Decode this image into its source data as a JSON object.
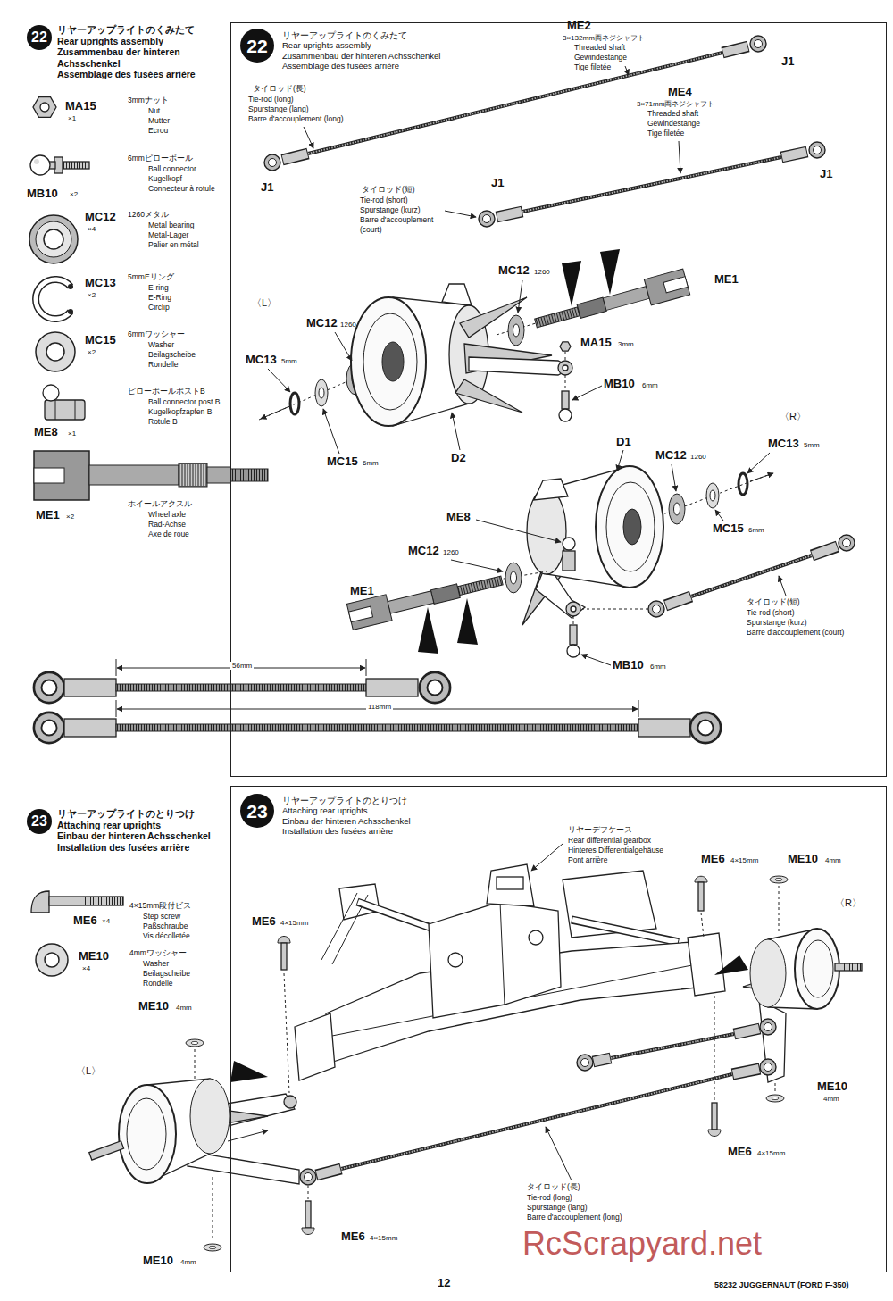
{
  "diagram": {
    "nodes": [
      {
        "text": [
          "リヤーアップライトのくみたて",
          "Rear uprights assembly",
          "Zusammenbau der hinteren Achsschenkel",
          "Assemblage des fusées arrière"
        ]
      },
      {
        "text": [
          "22"
        ],
        "in": 0
      },
      {
        "text": [
          "リヤーアップライトのくみたて",
          "Rear uprights assembly",
          "Zusammenbau der hinteren Achsschenkel",
          "Assemblage des fusées arrière"
        ]
      },
      {
        "text": [
          "22"
        ],
        "in": 2
      },
      {
        "text": [
          "リヤーアップライトのとりつけ",
          "Attaching rear uprights",
          "Einbau der hinteren Achsschenkel",
          "Installation des fusées arrière"
        ]
      },
      {
        "text": [
          "23"
        ],
        "in": 4
      },
      {
        "text": [
          "リヤーアップライトのとりつけ",
          "Attaching rear uprights",
          "Einbau der hinteren Achsschenkel",
          "Installation des fusées arrière"
        ]
      },
      {
        "text": [
          "23"
        ],
        "in": 6
      }
    ],
    "labels": [
      "MA15",
      "×1",
      "3mmナット",
      "Nut",
      "Mutter",
      "Ecrou",
      "MB10",
      "×2",
      "6mmピローボール",
      "Ball connector",
      "Kugelkopf",
      "Connecteur à rotule",
      "MC12",
      "×4",
      "1260メタル",
      "Metal bearing",
      "Metal-Lager",
      "Palier en métal",
      "MC13",
      "×2",
      "5mmEリング",
      "E-ring",
      "E-Ring",
      "Circlip",
      "MC15",
      "×2",
      "6mmワッシャー",
      "Washer",
      "Beilagscheibe",
      "Rondelle",
      "ME8",
      "×1",
      "ピローボールポストB",
      "Ball connector post B",
      "Kugelkopfzapfen B",
      "Rotule B",
      "ME1",
      "×2",
      "ホイールアクスル",
      "Wheel axle",
      "Rad-Achse",
      "Axe de roue",
      "56mm",
      "118mm",
      "ME2",
      "3×132mm両ネジシャフト",
      "Threaded shaft",
      "Gewindestange",
      "Tige filetée",
      "J1",
      "タイロッド(長)",
      "Tie-rod (long)",
      "Spurstange (lang)",
      "Barre d'accouplement (long)",
      "ME4",
      "3×71mm両ネジシャフト",
      "Threaded shaft",
      "Gewindestange",
      "Tige filetée",
      "J1",
      "J1",
      "J1",
      "タイロッド(短)",
      "Tie-rod (short)",
      "Spurstange (kurz)",
      "Barre d'accouplement",
      "(court)",
      "〈L〉",
      "MC12",
      "1260",
      "ME1",
      "MC12",
      "1260",
      "MA15",
      "3mm",
      "MC13",
      "5mm",
      "MB10",
      "6mm",
      "MC15",
      "6mm",
      "D2",
      "〈R〉",
      "MC13",
      "5mm",
      "D1",
      "MC12",
      "1260",
      "ME8",
      "MC12",
      "1260",
      "MC15",
      "6mm",
      "ME1",
      "タイロッド(短)",
      "Tie-rod (short)",
      "Spurstange (kurz)",
      "Barre d'accouplement (court)",
      "MB10",
      "6mm",
      "リヤーデフケース",
      "Rear differential gearbox",
      "Hinteres Differentialgehäuse",
      "Pont arrière",
      "ME6",
      "4×15mm",
      "ME10",
      "4mm",
      "〈R〉",
      "ME6",
      "4×15mm",
      "ME10",
      "4mm",
      "〈L〉",
      "ME10",
      "4mm",
      "ME6",
      "4×15mm",
      "タイロッド(長)",
      "Tie-rod (long)",
      "Spurstange (lang)",
      "Barre d'accouplement (long)",
      "ME6",
      "4×15mm",
      "ME10",
      "4mm",
      "RcScrapyard.net",
      "12",
      "58232 JUGGERNAUT (FORD F-350)",
      "ME6",
      "×4",
      "4×15mm段付ビス",
      "Step screw",
      "Paßschraube",
      "Vis décolletée",
      "ME10",
      "×4",
      "4mmワッシャー",
      "Washer",
      "Beilagscheibe",
      "Rondelle"
    ]
  }
}
